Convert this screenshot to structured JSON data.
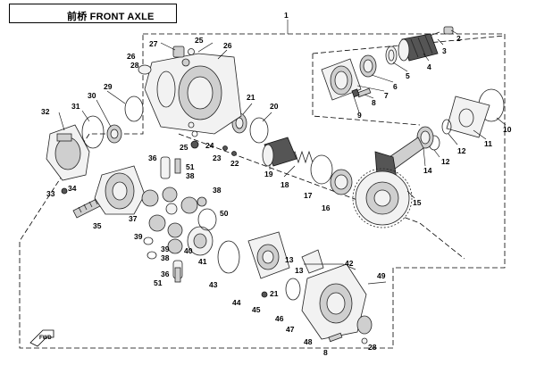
{
  "title": "前桥 FRONT AXLE",
  "callouts": [
    {
      "label": "1"
    },
    {
      "label": "2"
    },
    {
      "label": "3"
    },
    {
      "label": "4"
    },
    {
      "label": "5"
    },
    {
      "label": "6"
    },
    {
      "label": "7"
    },
    {
      "label": "8"
    },
    {
      "label": "9"
    },
    {
      "label": "10"
    },
    {
      "label": "11"
    },
    {
      "label": "12"
    },
    {
      "label": "12"
    },
    {
      "label": "13"
    },
    {
      "label": "14"
    },
    {
      "label": "15"
    },
    {
      "label": "16"
    },
    {
      "label": "17"
    },
    {
      "label": "18"
    },
    {
      "label": "19"
    },
    {
      "label": "20"
    },
    {
      "label": "21"
    },
    {
      "label": "22"
    },
    {
      "label": "23"
    },
    {
      "label": "24"
    },
    {
      "label": "25"
    },
    {
      "label": "25"
    },
    {
      "label": "26"
    },
    {
      "label": "26"
    },
    {
      "label": "27"
    },
    {
      "label": "28"
    },
    {
      "label": "29"
    },
    {
      "label": "30"
    },
    {
      "label": "31"
    },
    {
      "label": "32"
    },
    {
      "label": "33"
    },
    {
      "label": "34"
    },
    {
      "label": "35"
    },
    {
      "label": "36"
    },
    {
      "label": "36"
    },
    {
      "label": "37"
    },
    {
      "label": "38"
    },
    {
      "label": "38"
    },
    {
      "label": "38"
    },
    {
      "label": "39"
    },
    {
      "label": "39"
    },
    {
      "label": "40"
    },
    {
      "label": "41"
    },
    {
      "label": "42"
    },
    {
      "label": "43"
    },
    {
      "label": "44"
    },
    {
      "label": "45"
    },
    {
      "label": "46"
    },
    {
      "label": "47"
    },
    {
      "label": "48"
    },
    {
      "label": "49"
    },
    {
      "label": "50"
    },
    {
      "label": "51"
    },
    {
      "label": "51"
    },
    {
      "label": "21"
    },
    {
      "label": "13"
    },
    {
      "label": "8"
    },
    {
      "label": "28"
    }
  ],
  "footer_mark": "FWD"
}
